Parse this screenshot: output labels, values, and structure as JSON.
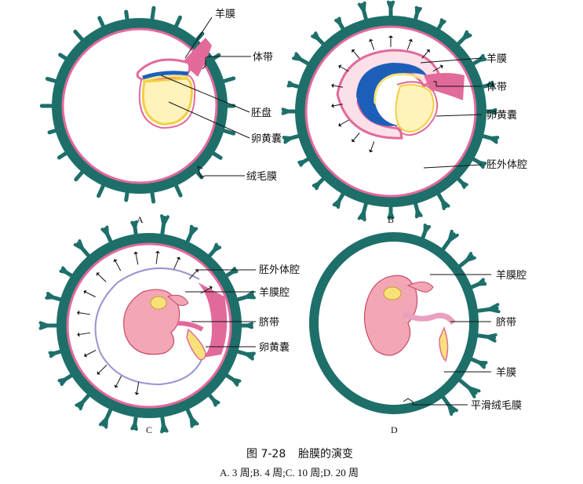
{
  "figure": {
    "caption_number": "图 7-28",
    "caption_title": "胎膜的演变",
    "subcaption": "A. 3 周;B. 4 周;C. 10 周;D. 20 周"
  },
  "colors": {
    "chorion_teal": "#1e6f6a",
    "amnion_pink": "#e26a9a",
    "embryo_pink": "#f3a6b4",
    "yolk_yellow": "#f7e27a",
    "embryo_blue": "#1d5fb8",
    "cavity_white": "#ffffff"
  },
  "panels": {
    "A": {
      "letter": "A",
      "labels": {
        "amnion": "羊膜",
        "body_stalk": "体带",
        "embryonic_disc": "胚盘",
        "yolk_sac": "卵黄囊",
        "chorion": "绒毛膜"
      }
    },
    "B": {
      "letter": "B",
      "labels": {
        "amnion": "羊膜",
        "body_stalk": "体带",
        "yolk_sac": "卵黄囊",
        "extraembryonic_coelom": "胚外体腔"
      }
    },
    "C": {
      "letter": "C",
      "labels": {
        "extraembryonic_coelom": "胚外体腔",
        "amniotic_cavity": "羊膜腔",
        "umbilical_cord": "脐带",
        "yolk_sac": "卵黄囊"
      }
    },
    "D": {
      "letter": "D",
      "labels": {
        "amniotic_cavity": "羊膜腔",
        "umbilical_cord": "脐带",
        "amnion": "羊膜",
        "smooth_chorion": "平滑绒毛膜"
      }
    }
  }
}
